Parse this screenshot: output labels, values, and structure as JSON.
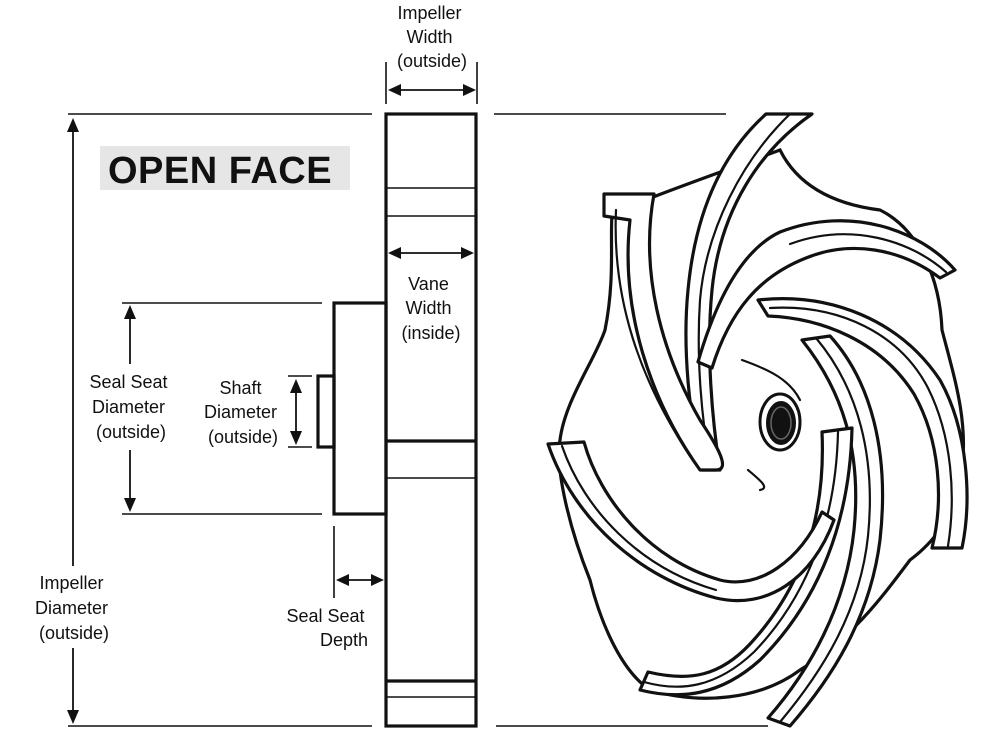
{
  "title": "OPEN FACE",
  "labels": {
    "impeller_width": [
      "Impeller",
      "Width",
      "(outside)"
    ],
    "vane_width": [
      "Vane",
      "Width",
      "(inside)"
    ],
    "seal_seat_diameter": [
      "Seal Seat",
      "Diameter",
      "(outside)"
    ],
    "shaft_diameter": [
      "Shaft",
      "Diameter",
      "(outside)"
    ],
    "seal_seat_depth": [
      "Seal Seat",
      "Depth"
    ],
    "impeller_diameter": [
      "Impeller",
      "Diameter",
      "(outside)"
    ]
  },
  "colors": {
    "ink": "#111111",
    "title_background": "#e6e6e6",
    "background": "#ffffff"
  }
}
